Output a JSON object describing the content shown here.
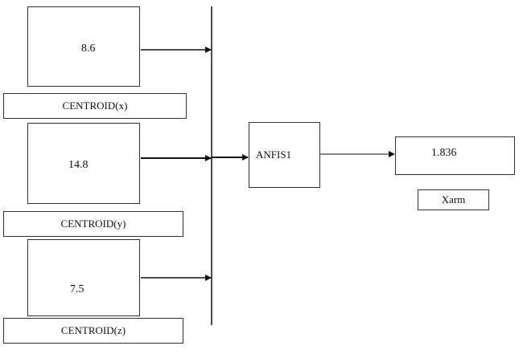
{
  "inputs": [
    {
      "value": "8.6",
      "label": "CENTROID(x)"
    },
    {
      "value": "14.8",
      "label": "CENTROID(y)"
    },
    {
      "value": "7.5",
      "label": "CENTROID(z)"
    }
  ],
  "anfis": {
    "label": "ANFIS1"
  },
  "output": {
    "value": "1.836",
    "label": "Xarm"
  }
}
